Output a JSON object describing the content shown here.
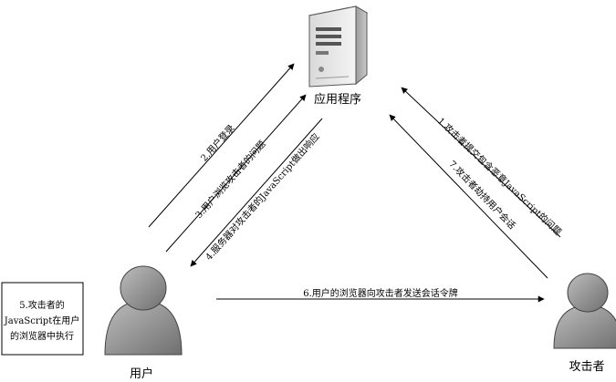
{
  "nodes": {
    "server": {
      "label": "应用程序"
    },
    "user": {
      "label": "用户"
    },
    "attacker": {
      "label": "攻击者"
    }
  },
  "steps": [
    {
      "id": "step1",
      "text": "1.攻击者提交包含恶意JavaScript的问题"
    },
    {
      "id": "step2",
      "text": "2.用户登录"
    },
    {
      "id": "step3",
      "text": "3.用户浏览攻击者的问题"
    },
    {
      "id": "step4",
      "text": "4.服务器对攻击者的JavaScript做出响应"
    },
    {
      "id": "step5",
      "lines": [
        "5.攻击者的",
        "JavaScript在用户",
        "的浏览器中执行"
      ]
    },
    {
      "id": "step6",
      "text": "6.用户的浏览器向攻击者发送会话令牌"
    },
    {
      "id": "step7",
      "text": "7.攻击者劫持用户会话"
    }
  ]
}
